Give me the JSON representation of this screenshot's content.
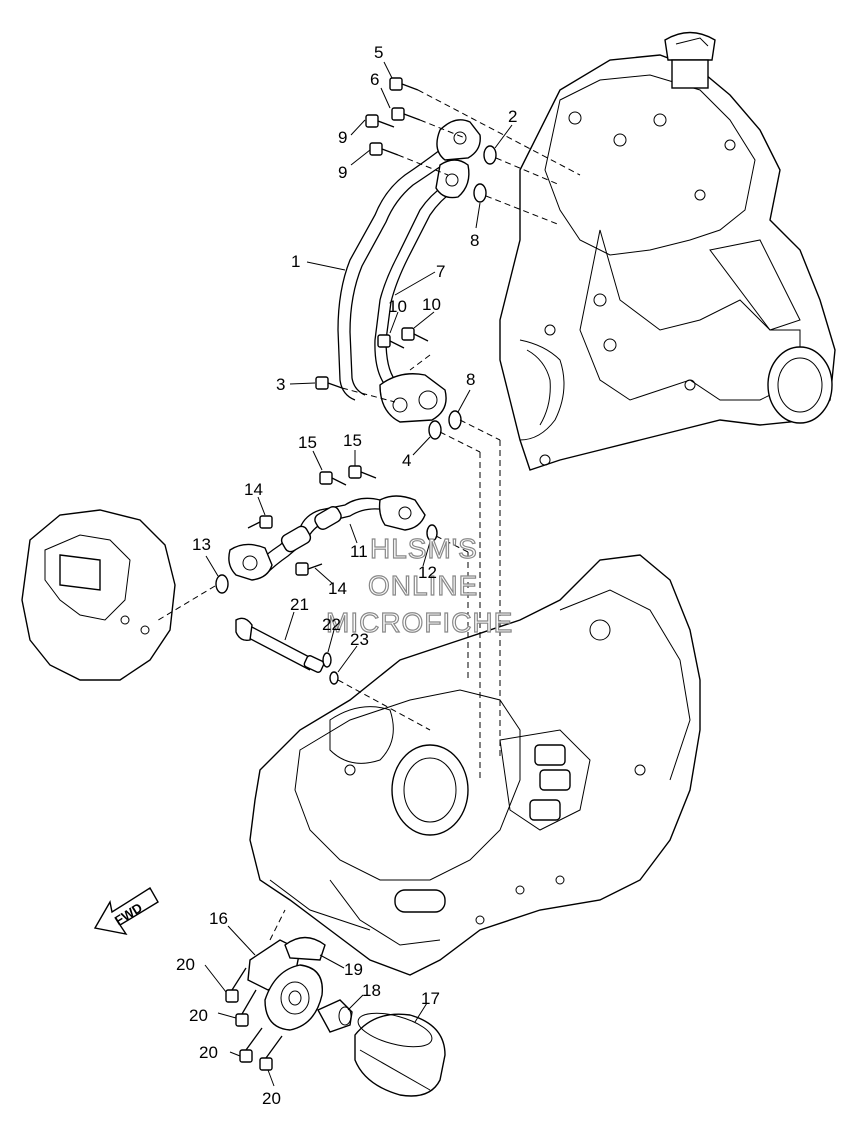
{
  "callouts": {
    "c1": "1",
    "c2": "2",
    "c3": "3",
    "c4": "4",
    "c5": "5",
    "c6": "6",
    "c7": "7",
    "c8a": "8",
    "c8b": "8",
    "c9a": "9",
    "c9b": "9",
    "c10a": "10",
    "c10b": "10",
    "c11": "11",
    "c12": "12",
    "c13": "13",
    "c14a": "14",
    "c14b": "14",
    "c15a": "15",
    "c15b": "15",
    "c16": "16",
    "c17": "17",
    "c18": "18",
    "c19": "19",
    "c20a": "20",
    "c20b": "20",
    "c20c": "20",
    "c20d": "20",
    "c21": "21",
    "c22": "22",
    "c23": "23"
  },
  "watermark": {
    "line1": "HLSM'S",
    "line2": "ONLINE",
    "line3": "MICROFICHE"
  },
  "fwd_label": "FWD"
}
